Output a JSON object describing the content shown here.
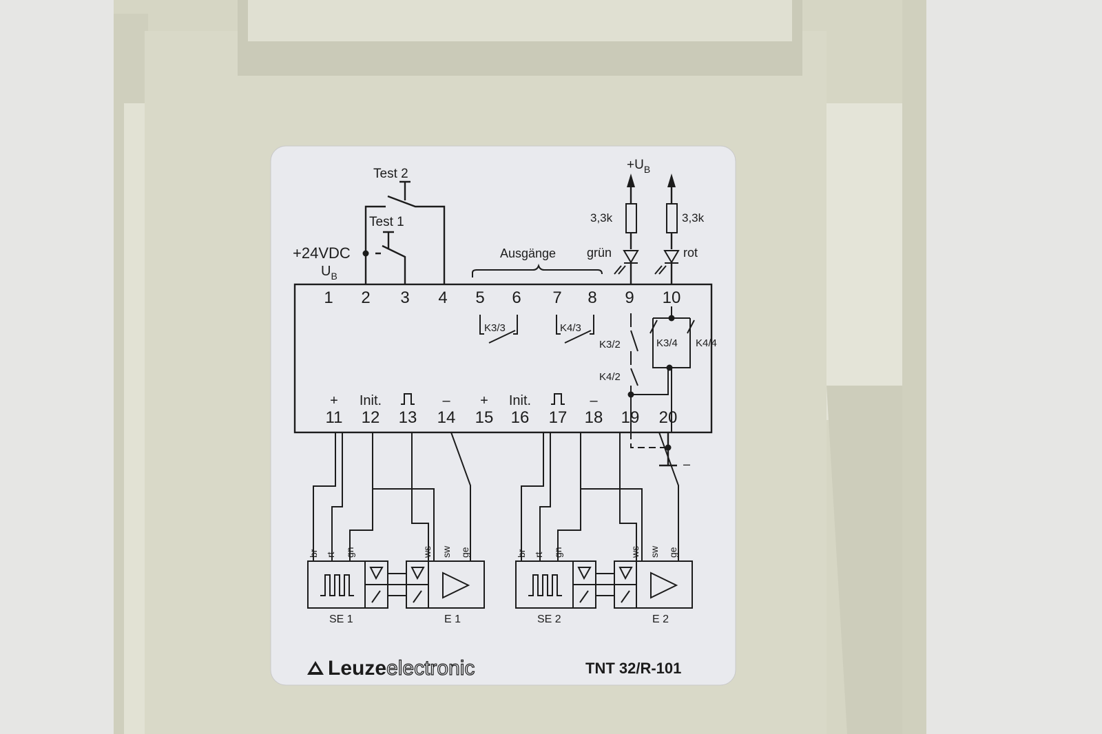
{
  "colors": {
    "label_bg": "#e9eaee",
    "housing": "#d8d8c6",
    "ink": "#1c1c1c",
    "background": "#e6e6e4"
  },
  "diagram": {
    "test2": "Test 2",
    "test1": "Test 1",
    "supply": "+24VDC",
    "ub": "U",
    "ub_sub": "B",
    "plus_ub": "+U",
    "plus_ub_sub": "B",
    "resistor_left": "3,3k",
    "resistor_right": "3,3k",
    "led_green": "grün",
    "led_red": "rot",
    "outputs": "Ausgänge",
    "top_pins": [
      "1",
      "2",
      "3",
      "4",
      "5",
      "6",
      "7",
      "8",
      "9",
      "10"
    ],
    "bottom_pins": [
      "11",
      "12",
      "13",
      "14",
      "15",
      "16",
      "17",
      "18",
      "19",
      "20"
    ],
    "bottom_symbols": [
      "+",
      "Init.",
      "pulse",
      "–",
      "+",
      "Init.",
      "pulse",
      "–"
    ],
    "contacts": {
      "k33": "K3/3",
      "k43": "K4/3",
      "k32": "K3/2",
      "k42": "K4/2",
      "k34": "K3/4",
      "k44": "K4/4"
    },
    "ground_minus": "–",
    "wire_labels_se": [
      "br",
      "rt",
      "gn"
    ],
    "wire_labels_e": [
      "ws",
      "sw",
      "ge"
    ],
    "se1": "SE 1",
    "e1": "E 1",
    "se2": "SE 2",
    "e2": "E 2"
  },
  "brand": {
    "logo": "Leuze electronic",
    "logo_bold": "Leuze",
    "logo_light": "electronic",
    "model": "TNT 32/R-101"
  }
}
